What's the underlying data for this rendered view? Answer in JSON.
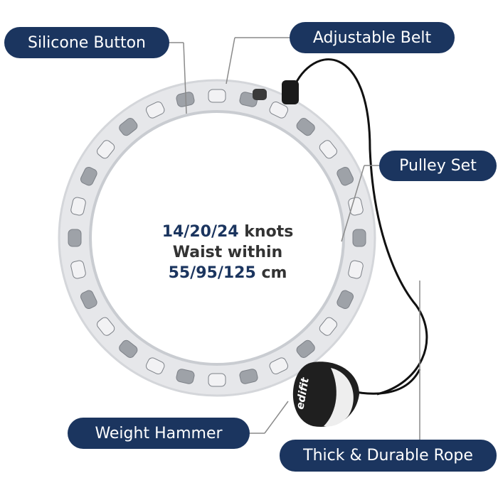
{
  "labels": {
    "silicone_button": "Silicone Button",
    "adjustable_belt": "Adjustable Belt",
    "pulley_set": "Pulley Set",
    "weight_hammer": "Weight Hammer",
    "rope": "Thick & Durable Rope"
  },
  "center": {
    "knots_numbers": "14/20/24",
    "knots_word": "knots",
    "waist_line": "Waist within",
    "cm_numbers": "55/95/125",
    "cm_unit": "cm"
  },
  "brand": "edifit",
  "colors": {
    "label_bg": "#1b355f",
    "label_text": "#ffffff",
    "accent_numbers": "#1b355f",
    "ring_outer": "#e6e7ea",
    "knot_gray": "#8f939a",
    "rope": "#111111"
  }
}
